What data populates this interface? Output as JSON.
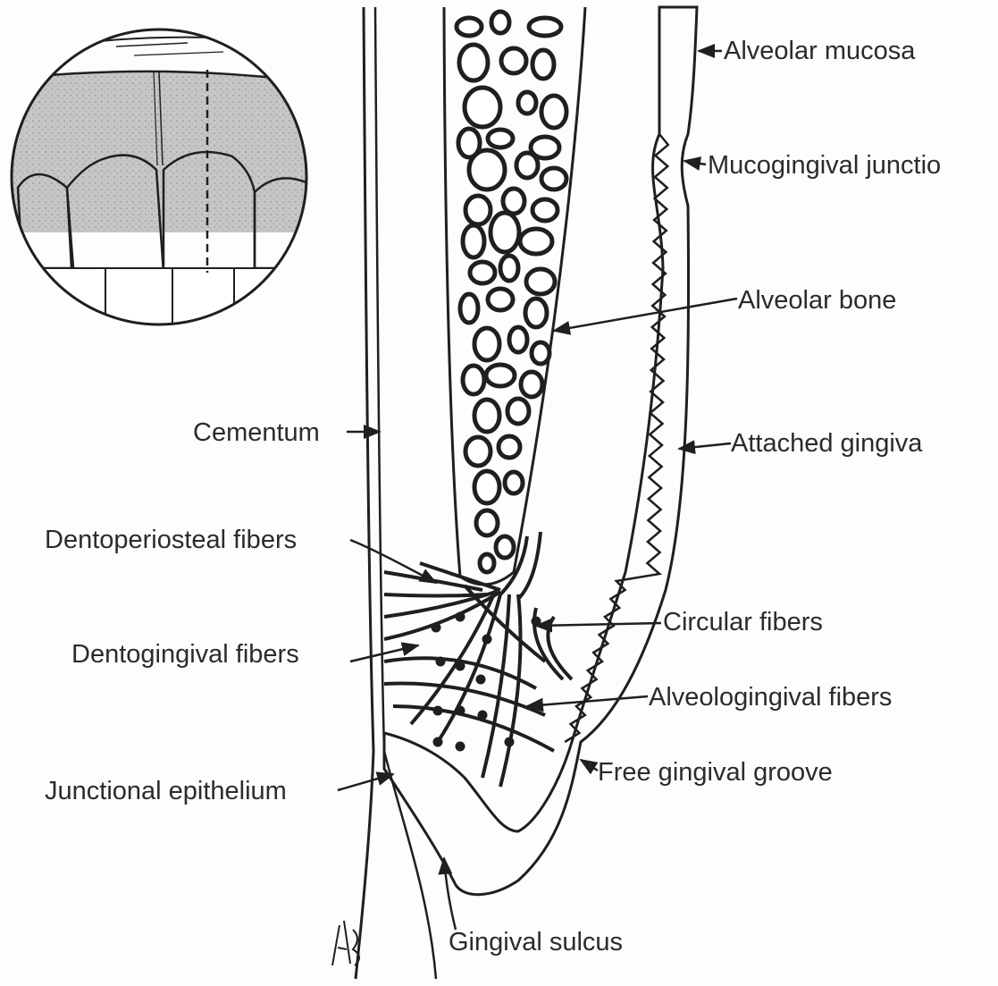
{
  "diagram": {
    "labels": {
      "alveolar_mucosa": "Alveolar mucosa",
      "mucogingival_junction": "Mucogingival junctio",
      "alveolar_bone": "Alveolar bone",
      "cementum": "Cementum",
      "attached_gingiva": "Attached gingiva",
      "dentoperiosteal_fibers": "Dentoperiosteal fibers",
      "circular_fibers": "Circular fibers",
      "dentogingival_fibers": "Dentogingival fibers",
      "alveologingival_fibers": "Alveologingival fibers",
      "junctional_epithelium": "Junctional epithelium",
      "free_gingival_groove": "Free gingival groove",
      "gingival_sulcus": "Gingival sulcus"
    },
    "colors": {
      "ink": "#1f1f1f",
      "gingiva_fill": "#a9a9a9",
      "inset_gum_fill": "#bdbdbd",
      "paper": "#fdfdfb"
    }
  }
}
